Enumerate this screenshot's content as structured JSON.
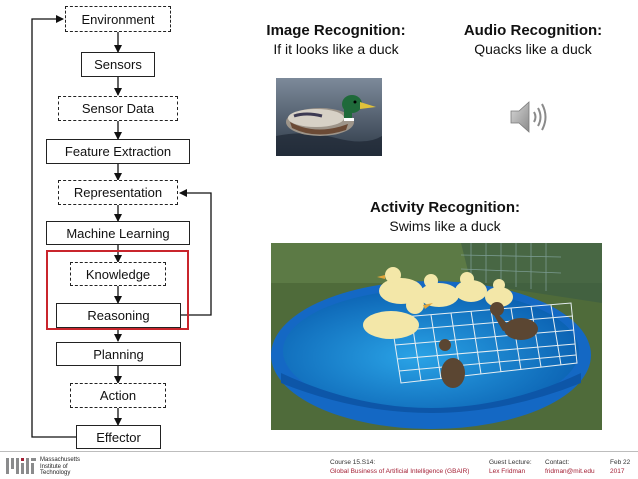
{
  "flowchart": {
    "environment": "Environment",
    "sensors": "Sensors",
    "sensor_data": "Sensor Data",
    "feature_extraction": "Feature Extraction",
    "representation": "Representation",
    "machine_learning": "Machine Learning",
    "knowledge": "Knowledge",
    "reasoning": "Reasoning",
    "planning": "Planning",
    "action": "Action",
    "effector": "Effector",
    "highlight_color": "#c9252c"
  },
  "image_recognition": {
    "title": "Image Recognition:",
    "subtitle": "If it looks like a duck"
  },
  "audio_recognition": {
    "title": "Audio Recognition:",
    "subtitle": "Quacks like a duck"
  },
  "activity_recognition": {
    "title": "Activity Recognition:",
    "subtitle": "Swims like a duck"
  },
  "icons": {
    "audio": "speaker-icon",
    "logo": "mit-logo-icon"
  },
  "footer": {
    "logo_lines": [
      "Massachusetts",
      "Institute of",
      "Technology"
    ],
    "course_label": "Course 15.S14:",
    "course_value": "Global Business of Artificial Intelligence (GBAIR)",
    "guest_label": "Guest Lecture:",
    "guest_value": "Lex Fridman",
    "contact_label": "Contact:",
    "contact_value": "fridman@mit.edu",
    "date_label": "Feb 22",
    "date_value": "2017",
    "accent_color": "#a31f34"
  }
}
